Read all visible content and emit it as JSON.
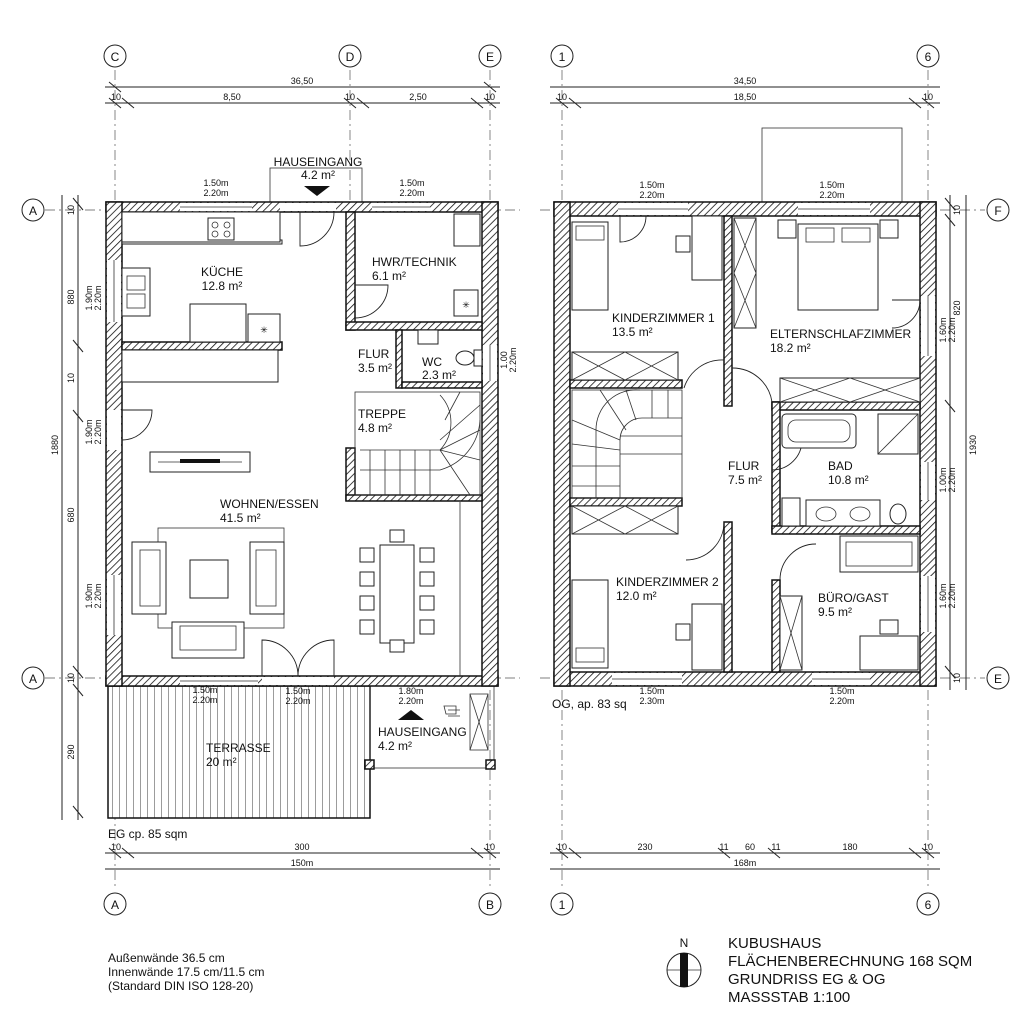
{
  "grid": {
    "top_left": [
      "C",
      "D",
      "E"
    ],
    "top_right": [
      "1",
      "6"
    ],
    "left": [
      "A",
      "A"
    ],
    "right": [
      "F",
      "E"
    ],
    "bottom_left": [
      "A",
      "B"
    ],
    "bottom_right": [
      "1",
      "6"
    ]
  },
  "dims": {
    "eg_top_total": "36,50",
    "eg_top_segments": [
      "10",
      "8,50",
      "10",
      "2,50",
      "10"
    ],
    "og_top_total": "34,50",
    "og_top_segments": [
      "10",
      "18,50",
      "10"
    ],
    "eg_left": [
      "10",
      "880",
      "10",
      "680",
      "10",
      "290"
    ],
    "eg_left_total": "1880",
    "og_right": [
      "10",
      "820",
      "10"
    ],
    "og_right_total": "1930",
    "eg_bottom_segments": [
      "10",
      "300",
      "10"
    ],
    "eg_bottom_total": "150m",
    "og_bottom_segments": [
      "10",
      "230",
      "11",
      "60",
      "11",
      "180",
      "10"
    ],
    "og_bottom_total": "168m"
  },
  "windows": {
    "eg_top_1": [
      "1.50m",
      "2.20m"
    ],
    "eg_top_2": [
      "1.50m",
      "2.20m"
    ],
    "eg_left_1": [
      "1.90m",
      "2.20m"
    ],
    "eg_left_2": [
      "1.90m",
      "2.20m"
    ],
    "eg_left_3": [
      "1.90m",
      "2.20m"
    ],
    "eg_right_1": [
      "1.00",
      "2.20m"
    ],
    "eg_bottom_1": [
      "1.50m",
      "2.20m"
    ],
    "eg_bottom_2": [
      "1.50m",
      "2.20m"
    ],
    "eg_bottom_3": [
      "1.80m",
      "2.20m"
    ],
    "og_top_1": [
      "1.50m",
      "2.20m"
    ],
    "og_top_2": [
      "1.50m",
      "2.20m"
    ],
    "og_right_1": [
      "1.60m",
      "2.20m"
    ],
    "og_right_2": [
      "1.00m",
      "2.20m"
    ],
    "og_right_3": [
      "1.60m",
      "2.20m"
    ],
    "og_bottom_1": [
      "1.50m",
      "2.30m"
    ],
    "og_bottom_2": [
      "1.50m",
      "2.20m"
    ]
  },
  "eg_rooms": {
    "entrance_top": {
      "name": "HAUSEINGANG",
      "area": "4.2 m²"
    },
    "kitchen": {
      "name": "KÜCHE",
      "area": "12.8 m²"
    },
    "utility": {
      "name": "HWR/TECHNIK",
      "area": "6.1 m²"
    },
    "hall": {
      "name": "FLUR",
      "area": "3.5 m²"
    },
    "wc": {
      "name": "WC",
      "area": "2.3 m²"
    },
    "stairs": {
      "name": "TREPPE",
      "area": "4.8 m²"
    },
    "living": {
      "name": "WOHNEN/ESSEN",
      "area": "41.5 m²"
    },
    "terrace": {
      "name": "TERRASSE",
      "area": "20 m²"
    },
    "entrance_bottom": {
      "name": "HAUSEINGANG",
      "area": "4.2 m²"
    }
  },
  "og_rooms": {
    "child1": {
      "name": "KINDERZIMMER 1",
      "area": "13.5 m²"
    },
    "master": {
      "name": "ELTERNSCHLAFZIMMER",
      "area": "18.2 m²"
    },
    "hall": {
      "name": "FLUR",
      "area": "7.5 m²"
    },
    "bath": {
      "name": "BAD",
      "area": "10.8 m²"
    },
    "child2": {
      "name": "KINDERZIMMER 2",
      "area": "12.0 m²"
    },
    "office": {
      "name": "BÜRO/GAST",
      "area": "9.5 m²"
    }
  },
  "captions": {
    "eg": "EG cp. 85 sqm",
    "og": "OG, ap. 83 sq"
  },
  "notes": [
    "Außenwände 36.5 cm",
    "Innenwände 17.5 cm/11.5 cm",
    "(Standard DIN ISO 128-20)"
  ],
  "north": "N",
  "title_block": [
    "KUBUSHAUS",
    "FLÄCHENBERECHNUNG 168 SQM",
    "GRUNDRISS EG & OG",
    "MASSSTAB 1:100"
  ]
}
